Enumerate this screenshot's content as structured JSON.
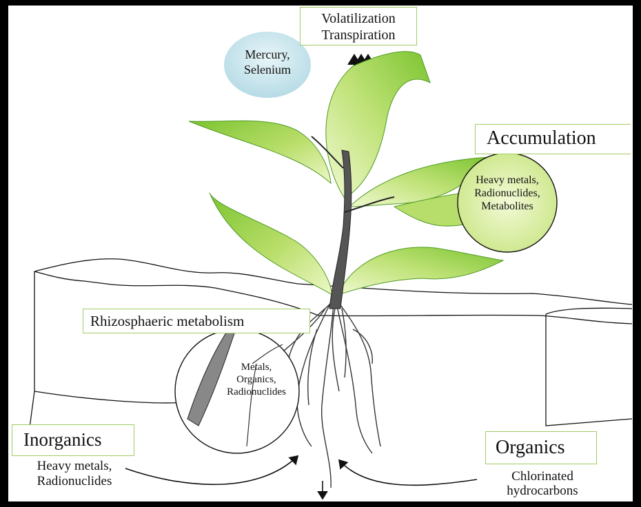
{
  "labels": {
    "volatilization": "Volatilization",
    "transpiration": "Transpiration",
    "mercury_selenium": [
      "Mercury,",
      "Selenium"
    ],
    "accumulation": "Accumulation",
    "accumulation_detail": [
      "Heavy metals,",
      "Radionuclides,",
      "Metabolites"
    ],
    "rhizosphaeric": "Rhizosphaeric metabolism",
    "rhizo_detail": [
      "Metals,",
      "Organics,",
      "Radionuclides"
    ],
    "inorganics": "Inorganics",
    "inorganics_detail": [
      "Heavy metals,",
      "Radionuclides"
    ],
    "organics": "Organics",
    "organics_detail": [
      "Chlorinated",
      "hydrocarbons"
    ]
  },
  "colors": {
    "leaf_light": "#d9ef9c",
    "leaf_dark": "#7cc431",
    "box_border": "#9fcc5f",
    "cloud": "#cfe8ef",
    "stem": "#555555"
  }
}
